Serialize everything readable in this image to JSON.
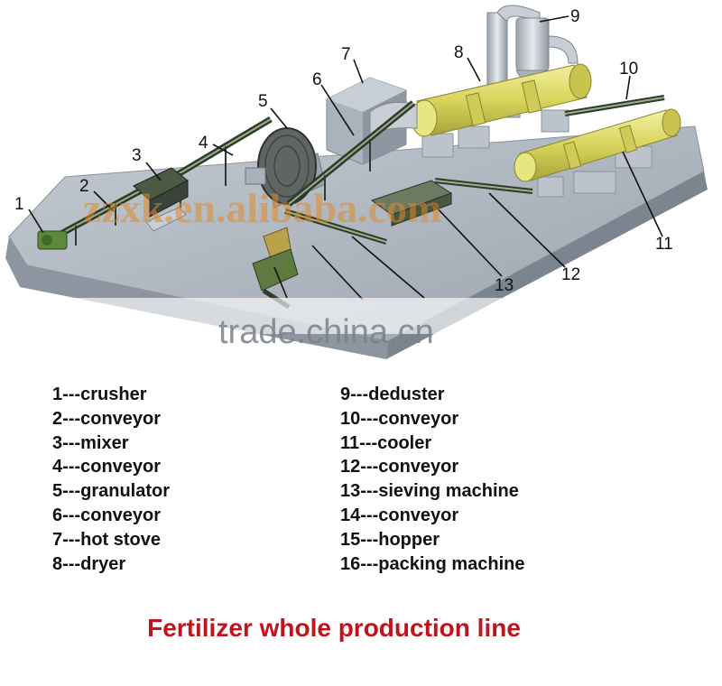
{
  "title": "Fertilizer whole production line",
  "watermarks": {
    "alibaba": "zzxk.en.alibaba.com",
    "trade": "trade.china.cn"
  },
  "callouts": [
    "1",
    "2",
    "3",
    "4",
    "5",
    "6",
    "7",
    "8",
    "9",
    "10",
    "11",
    "12",
    "13"
  ],
  "legend": {
    "left": [
      "1---crusher",
      "2---conveyor",
      "3---mixer",
      "4---conveyor",
      "5---granulator",
      "6---conveyor",
      "7---hot stove",
      "8---dryer"
    ],
    "right": [
      "9---deduster",
      "10---conveyor",
      "11---cooler",
      "12---conveyor",
      "13---sieving machine",
      "14---conveyor",
      "15---hopper",
      "16---packing machine"
    ]
  },
  "colors": {
    "title": "#c0141c",
    "platform": "#a9b2bd",
    "drum": "#dedc6c",
    "machine": "#9ba3ad",
    "belt": "#2e3a2c",
    "watermark": "#e08a2a"
  }
}
